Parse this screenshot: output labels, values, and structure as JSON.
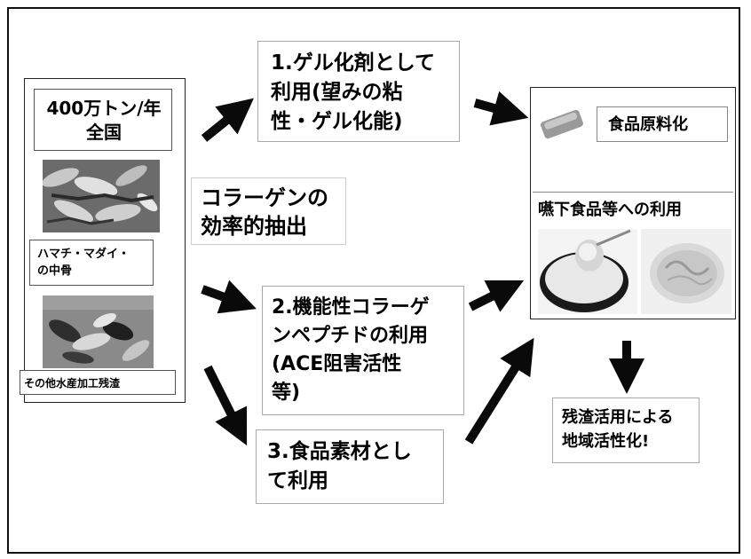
{
  "source": {
    "amount_title": "400万トン/年\n全国",
    "fish_label": "ハマチ・マダイ・\nの中骨",
    "residue_label": "その他水産加工残渣"
  },
  "extraction": {
    "label": "コラーゲンの\n効率的抽出"
  },
  "uses": {
    "gel": "1.ゲル化剤として\n利用(望みの粘\n性・ゲル化能)",
    "peptide": "2.機能性コラーゲ\nンペプチドの利用\n(ACE阻害活性\n等)",
    "material": "3.食品素材とし\nて利用"
  },
  "outcomes": {
    "raw_material": "食品原料化",
    "swallow_food": "嚥下食品等への利用",
    "regional": "残渣活用による\n地域活性化!"
  },
  "colors": {
    "arrow": "#0a0a0a",
    "border": "#111111"
  }
}
